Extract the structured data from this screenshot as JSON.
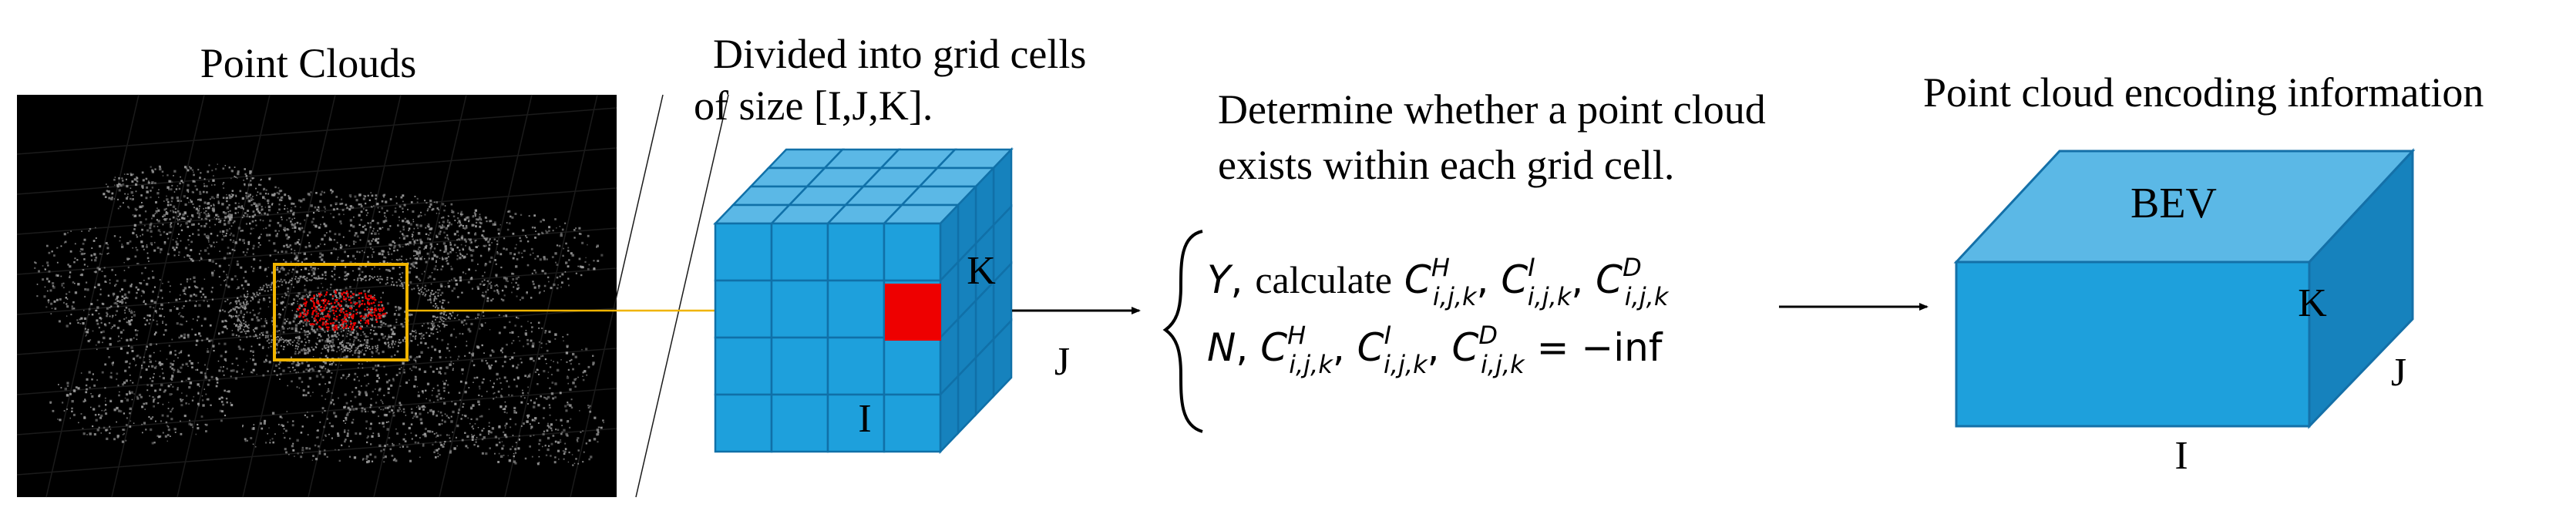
{
  "titles": {
    "point_clouds": "Point Clouds",
    "grid_line1": "Divided into grid cells",
    "grid_line2": "of size [I,J,K].",
    "determine_line1": "Determine whether a point cloud",
    "determine_line2": "exists within each grid cell.",
    "encoding": "Point cloud encoding information"
  },
  "grid_cube": {
    "label_i": "I",
    "label_j": "J",
    "label_k": "K"
  },
  "condition": {
    "yes_prefix": "Y",
    "yes_verb": "calculate",
    "no_prefix": "N",
    "symbol": "C",
    "sup_h": "H",
    "sup_i": "I",
    "sup_d": "D",
    "subscript": "i,j,k",
    "no_suffix": "= −inf"
  },
  "output_cube": {
    "label_top": "BEV",
    "label_i": "I",
    "label_j": "J",
    "label_k": "K"
  },
  "colors": {
    "cube_front": "#1ea0dc",
    "cube_top": "#5bb8e6",
    "cube_side": "#1682bd",
    "cell_border": "#1070a8",
    "highlight_cell": "#ee0000",
    "roi_box": "#f0b400",
    "connector": "#f0b400"
  }
}
